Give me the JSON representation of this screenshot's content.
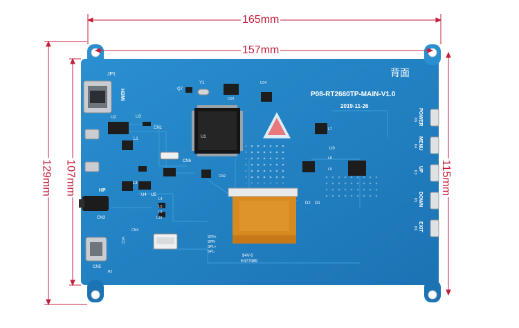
{
  "dimensions": {
    "overall_width": "165mm",
    "hole_width": "157mm",
    "overall_height": "129mm",
    "hole_height_left": "107mm",
    "hole_height_right": "115mm"
  },
  "board": {
    "title": "P08-RT2660TP-MAIN-V1.0",
    "date": "2019-11-26",
    "side_label": "背面",
    "hdmi_label": "HDMI",
    "connectors": [
      "JP1",
      "CN1",
      "CN2",
      "CN3",
      "CN4",
      "CN5",
      "CN6",
      "U1",
      "U2",
      "U3",
      "U4",
      "U5",
      "U9",
      "U10",
      "U14",
      "Q7",
      "Y1",
      "L1",
      "L3",
      "L4",
      "L5",
      "L6",
      "L7",
      "L8",
      "L9",
      "L10",
      "D1",
      "D2",
      "HP",
      "VCC",
      "R2"
    ],
    "buttons": [
      {
        "name": "POWER",
        "ref": "K6"
      },
      {
        "name": "MENU",
        "ref": "K4"
      },
      {
        "name": "UP",
        "ref": "K3"
      },
      {
        "name": "DOWN",
        "ref": "K5"
      },
      {
        "name": "EXIT",
        "ref": "K6"
      }
    ],
    "speaker_labels": [
      "SPR+",
      "SPR-",
      "SPL+",
      "SPL-"
    ],
    "cert_text": [
      "E477989",
      "94V-0"
    ]
  },
  "colors": {
    "dimension": "#c41e3a",
    "board": "#1f7fc0",
    "board_edge": "#2a8ccc",
    "flex_cable": "#d98a1f"
  }
}
